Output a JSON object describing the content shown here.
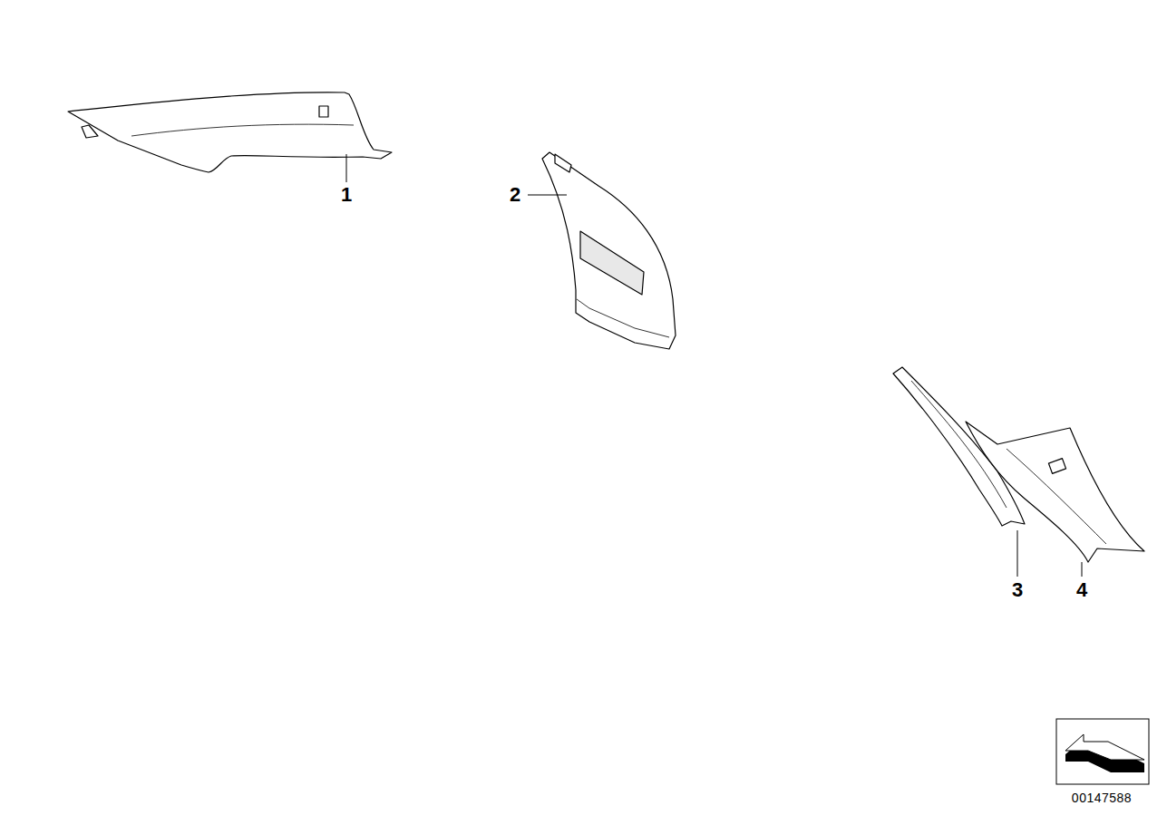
{
  "diagram": {
    "labels": [
      "1",
      "2",
      "3",
      "4",
      "00147588"
    ]
  }
}
